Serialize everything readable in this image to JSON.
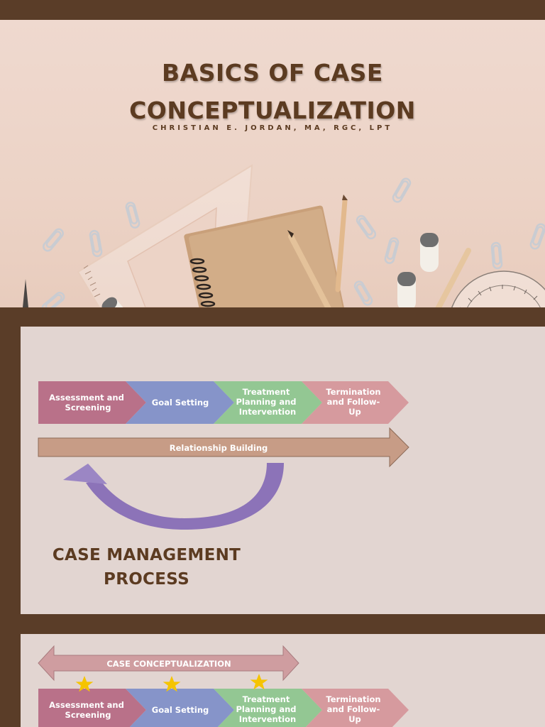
{
  "slide1": {
    "title_line1": "BASICS OF CASE",
    "title_line2": "CONCEPTUALIZATION",
    "subtitle": "CHRISTIAN E. JORDAN, MA, RGC, LPT"
  },
  "slide2": {
    "steps": [
      {
        "line1": "Assessment and",
        "line2": "Screening",
        "line3": ""
      },
      {
        "line1": "Goal Setting",
        "line2": "",
        "line3": ""
      },
      {
        "line1": "Treatment",
        "line2": "Planning and",
        "line3": "Intervention"
      },
      {
        "line1": "Termination",
        "line2": "and Follow-",
        "line3": "Up"
      }
    ],
    "bar_label": "Relationship Building",
    "title_line1": "CASE MANAGEMENT",
    "title_line2": "PROCESS"
  },
  "slide3": {
    "bar_label": "CASE CONCEPTUALIZATION",
    "steps": [
      {
        "line1": "Assessment and",
        "line2": "Screening",
        "line3": ""
      },
      {
        "line1": "Goal Setting",
        "line2": "",
        "line3": ""
      },
      {
        "line1": "Treatment",
        "line2": "Planning and",
        "line3": "Intervention"
      },
      {
        "line1": "Termination",
        "line2": "and Follow-",
        "line3": "Up"
      }
    ]
  },
  "colors": {
    "frame": "#5a3d28",
    "title_brown": "#5c3b21",
    "step_mauve": "#b97189",
    "step_blue": "#8694c9",
    "step_green": "#93c793",
    "step_pink": "#d69a9e",
    "bar_tan": "#c79c86",
    "arc_purple": "#8c73b8",
    "star_gold": "#f5c400"
  }
}
